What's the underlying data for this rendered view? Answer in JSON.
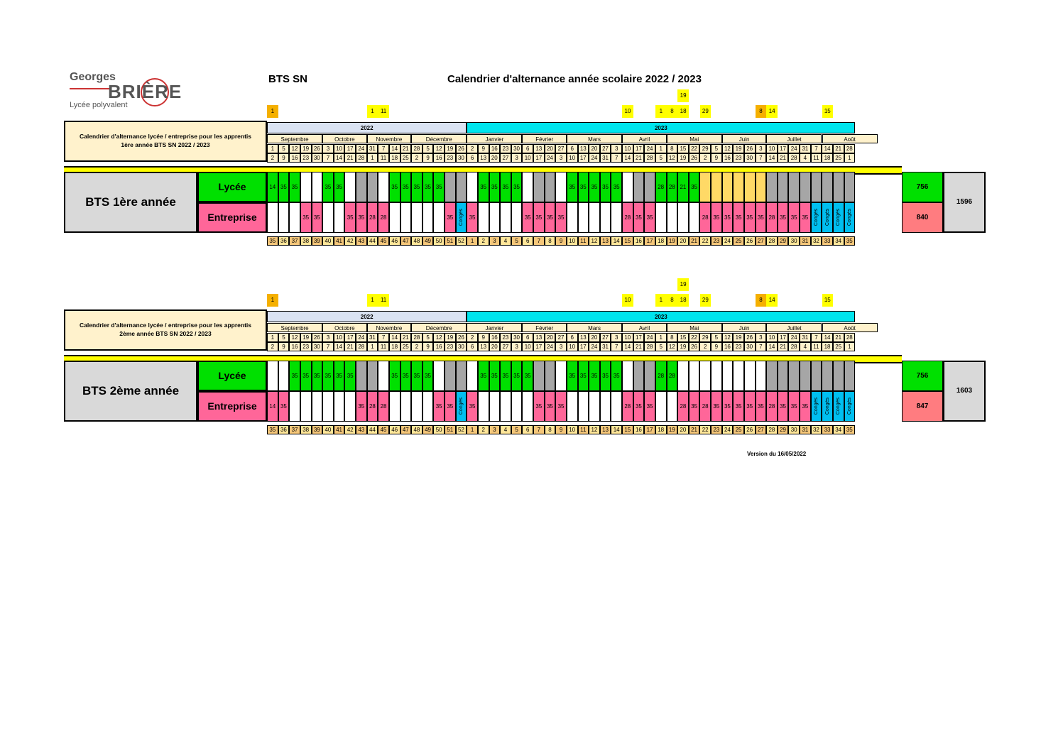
{
  "logo": {
    "line1": "Georges",
    "line2": "BRIÈRE",
    "line3": "Lycée polyvalent"
  },
  "header": {
    "program": "BTS SN",
    "title": "Calendrier d'alternance année scolaire 2022 / 2023"
  },
  "years": {
    "y1": "2022",
    "y2": "2023"
  },
  "months": [
    "Septembre",
    "Octobre",
    "Novembre",
    "Décembre",
    "Janvier",
    "Février",
    "Mars",
    "Avril",
    "Mai",
    "Juin",
    "Juillet",
    "Août"
  ],
  "month_spans": [
    5,
    4,
    4,
    5,
    5,
    4,
    5,
    4,
    5,
    4,
    5,
    5
  ],
  "day_start": [
    "1",
    "5",
    "12",
    "19",
    "26",
    "3",
    "10",
    "17",
    "24",
    "31",
    "7",
    "14",
    "21",
    "28",
    "5",
    "12",
    "19",
    "26",
    "2",
    "9",
    "16",
    "23",
    "30",
    "6",
    "13",
    "20",
    "27",
    "6",
    "13",
    "20",
    "27",
    "3",
    "10",
    "17",
    "24",
    "1",
    "8",
    "15",
    "22",
    "29",
    "5",
    "12",
    "19",
    "26",
    "3",
    "10",
    "17",
    "24",
    "31",
    "7",
    "14",
    "21",
    "28"
  ],
  "day_end": [
    "2",
    "9",
    "16",
    "23",
    "30",
    "7",
    "14",
    "21",
    "28",
    "1",
    "11",
    "18",
    "25",
    "2",
    "9",
    "16",
    "23",
    "30",
    "6",
    "13",
    "20",
    "27",
    "3",
    "10",
    "17",
    "24",
    "3",
    "10",
    "17",
    "24",
    "31",
    "7",
    "14",
    "21",
    "28",
    "5",
    "12",
    "19",
    "26",
    "2",
    "9",
    "16",
    "23",
    "30",
    "7",
    "14",
    "21",
    "28",
    "4",
    "11",
    "18",
    "25",
    "1"
  ],
  "weeks": [
    "35",
    "36",
    "37",
    "38",
    "39",
    "40",
    "41",
    "42",
    "43",
    "44",
    "45",
    "46",
    "47",
    "48",
    "49",
    "50",
    "51",
    "52",
    "1",
    "2",
    "3",
    "4",
    "5",
    "6",
    "7",
    "8",
    "9",
    "10",
    "11",
    "12",
    "13",
    "14",
    "15",
    "16",
    "17",
    "18",
    "19",
    "20",
    "21",
    "22",
    "23",
    "24",
    "25",
    "26",
    "27",
    "28",
    "29",
    "30",
    "31",
    "32",
    "33",
    "34",
    "35"
  ],
  "holidays": [
    {
      "col": 0,
      "text": "1",
      "style": "o"
    },
    {
      "col": 9,
      "text": "1",
      "style": "y"
    },
    {
      "col": 10,
      "text": "11",
      "style": "y"
    },
    {
      "col": 32,
      "text": "10",
      "style": "y"
    },
    {
      "col": 35,
      "text": "1",
      "style": "y"
    },
    {
      "col": 36,
      "text": "8",
      "style": "y"
    },
    {
      "col": 37,
      "text": "18",
      "style": "y"
    },
    {
      "col": 39,
      "text": "29",
      "style": "y"
    },
    {
      "col": 44,
      "text": "8",
      "style": "o"
    },
    {
      "col": 45,
      "text": "14",
      "style": "y"
    },
    {
      "col": 50,
      "text": "15",
      "style": "y"
    }
  ],
  "holiday_top": {
    "col": 37,
    "text": "19"
  },
  "calendars": [
    {
      "desc1": "Calendrier d'alternance lycée / entreprise pour les apprentis",
      "desc2": "1ère année BTS SN 2022 / 2023",
      "name": "BTS 1ère année",
      "lycee_label": "Lycée",
      "entreprise_label": "Entreprise",
      "lycee": [
        "g:14",
        "g:35",
        "g:35",
        "w:",
        "w:",
        "g:35",
        "g:35",
        "w:",
        "gr:",
        "gr:",
        "w:",
        "g:35",
        "g:35",
        "g:35",
        "g:35",
        "g:35",
        "gr:",
        "gr:",
        "w:",
        "g:35",
        "g:35",
        "g:35",
        "g:35",
        "w:",
        "gr:",
        "gr:",
        "w:",
        "g:35",
        "g:35",
        "g:35",
        "g:35",
        "g:35",
        "w:",
        "gr:",
        "gr:",
        "g:28",
        "g:28",
        "g:21",
        "g:35",
        "yl:",
        "yl:",
        "yl:",
        "yl:",
        "yl:",
        "yl:",
        "gr:",
        "gr:",
        "gr:",
        "gr:",
        "gr:",
        "gr:",
        "gr:",
        "gr:"
      ],
      "entreprise": [
        "w:",
        "w:",
        "w:",
        "pk:35",
        "pk:35",
        "w:",
        "w:",
        "pk:35",
        "pk:35",
        "pk:28",
        "pk:28",
        "w:",
        "w:",
        "w:",
        "w:",
        "w:",
        "pk:35",
        "bl:Congés",
        "pk:35",
        "w:",
        "w:",
        "w:",
        "w:",
        "pk:35",
        "pk:35",
        "pk:35",
        "pk:35",
        "w:",
        "w:",
        "w:",
        "w:",
        "w:",
        "pk:28",
        "pk:35",
        "pk:35",
        "w:",
        "w:",
        "w:",
        "w:",
        "pk:28",
        "pk:35",
        "pk:35",
        "pk:35",
        "pk:35",
        "pk:35",
        "pk:28",
        "pk:35",
        "pk:35",
        "pk:35",
        "bl:Congés",
        "bl:Congés",
        "bl:Congés",
        "bl:Congés"
      ],
      "tot_lycee": "756",
      "tot_entreprise": "840",
      "grand": "1596"
    },
    {
      "desc1": "Calendrier d'alternance lycée / entreprise pour les apprentis",
      "desc2": "2ème année BTS SN 2022 / 2023",
      "name": "BTS 2ème année",
      "lycee_label": "Lycée",
      "entreprise_label": "Entreprise",
      "lycee": [
        "w:",
        "w:",
        "g:35",
        "g:35",
        "g:35",
        "g:35",
        "g:35",
        "g:35",
        "gr:",
        "gr:",
        "w:",
        "g:35",
        "g:35",
        "g:35",
        "g:35",
        "w:",
        "gr:",
        "gr:",
        "w:",
        "g:35",
        "g:35",
        "g:35",
        "g:35",
        "g:35",
        "gr:",
        "gr:",
        "w:",
        "g:35",
        "g:35",
        "g:35",
        "g:35",
        "g:35",
        "w:",
        "gr:",
        "gr:",
        "g:28",
        "g:28",
        "w:",
        "w:",
        "w:",
        "w:",
        "w:",
        "w:",
        "w:",
        "w:",
        "gr:",
        "gr:",
        "gr:",
        "gr:",
        "gr:",
        "gr:",
        "gr:",
        "gr:"
      ],
      "entreprise": [
        "pk:14",
        "pk:35",
        "w:",
        "w:",
        "w:",
        "w:",
        "w:",
        "w:",
        "pk:35",
        "pk:28",
        "pk:28",
        "w:",
        "w:",
        "w:",
        "w:",
        "pk:35",
        "pk:35",
        "bl:Congés",
        "pk:35",
        "w:",
        "w:",
        "w:",
        "w:",
        "w:",
        "pk:35",
        "pk:35",
        "pk:35",
        "w:",
        "w:",
        "w:",
        "w:",
        "w:",
        "pk:28",
        "pk:35",
        "pk:35",
        "w:",
        "w:",
        "pk:28",
        "pk:35",
        "pk:28",
        "pk:35",
        "pk:35",
        "pk:35",
        "pk:35",
        "pk:35",
        "pk:28",
        "pk:35",
        "pk:35",
        "pk:35",
        "bl:Congés",
        "bl:Congés",
        "bl:Congés",
        "bl:Congés"
      ],
      "tot_lycee": "756",
      "tot_entreprise": "847",
      "grand": "1603"
    }
  ],
  "version": "Version du 16/05/2022",
  "colors": {
    "lycee": "#00e000",
    "entreprise": "#ff6699",
    "conges": "#00bff0",
    "ferme": "#a6a6a6",
    "year2022": "#dae3f3",
    "year2023": "#00e5ee"
  }
}
